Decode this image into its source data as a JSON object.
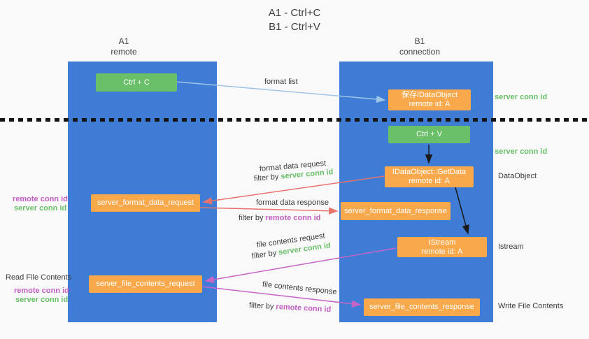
{
  "title": {
    "line1": "A1 - Ctrl+C",
    "line2": "B1 - Ctrl+V"
  },
  "lanes": {
    "left": {
      "name": "A1",
      "sub": "remote"
    },
    "right": {
      "name": "B1",
      "sub": "connection"
    }
  },
  "nodes": {
    "ctrl_c": "Ctrl + C",
    "ctrl_v": "Ctrl + V",
    "save_dataobject": {
      "line1": "保存IDataObject",
      "line2": "remote id: A"
    },
    "getdata": {
      "line1": "IDataObject::GetData",
      "line2": "remote id: A"
    },
    "istream": {
      "line1": "IStream",
      "line2": "remote id: A"
    },
    "format_request": "server_format_data_request",
    "format_response": "server_format_data_response",
    "file_request": "server_file_contents_request",
    "file_response": "server_file_contents_response"
  },
  "flow_labels": {
    "format_list": "format list",
    "format_data_request": "format data request",
    "format_data_response": "format data response",
    "file_contents_request": "file contents request",
    "file_contents_response": "file contents response",
    "filter_by": "filter by",
    "server_conn_id": "server conn id",
    "remote_conn_id": "remote conn id"
  },
  "left_margin": {
    "format_remote_conn": "remote conn id",
    "format_server_conn": "server conn id",
    "read_file_contents": "Read File Contents",
    "file_remote_conn": "remote conn id",
    "file_server_conn": "server conn id"
  },
  "right_margin": {
    "server_conn_top": "server conn id",
    "server_conn_mid": "server conn id",
    "dataobject": "DataObject",
    "istream": "Istream",
    "write_file_contents": "Write File Contents"
  },
  "colors": {
    "lane_blue": "#3e7cd6",
    "box_green": "#6abf69",
    "box_orange": "#f9a94b",
    "arrow_red": "#e8736d",
    "arrow_magenta": "#c765c7",
    "arrow_blue": "#9fc5e8",
    "arrow_black": "#1a1a1a",
    "text_green": "#6abf69",
    "text_magenta": "#c35ec3"
  }
}
